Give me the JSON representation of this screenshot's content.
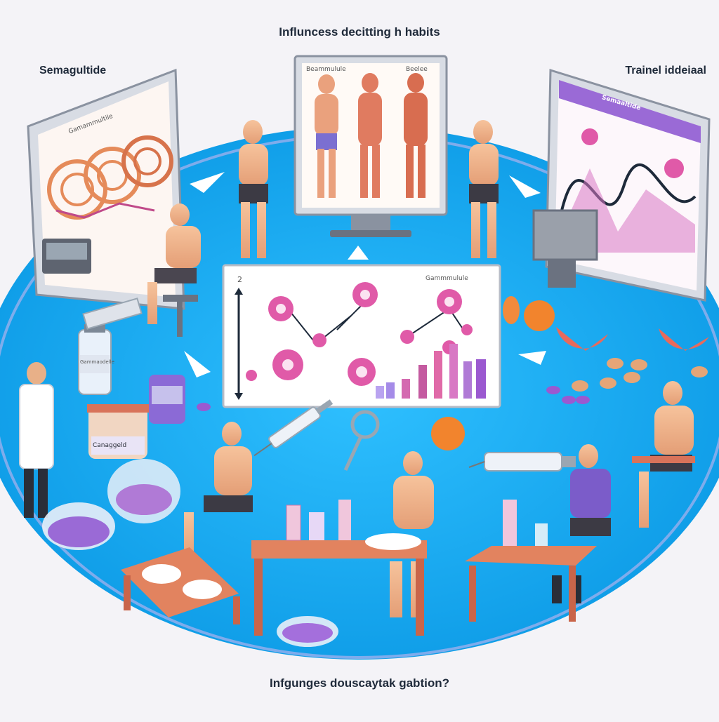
{
  "labels": {
    "top": "Influncess decitting h habits",
    "left": "Semagultide",
    "right": "Trainel iddeiaal",
    "bottom": "Infgunges douscaytak gabtion?"
  },
  "screens": {
    "left_caption": "Gamammultile",
    "top_caption_left": "Beammulule",
    "top_caption_right": "Beelee",
    "right_caption": "Semaaltide",
    "center_caption": "Gammmulule",
    "center_axis_num": "2"
  },
  "jars": {
    "jar1": "Gammaodelle",
    "jar2": "Canaggeld"
  },
  "colors": {
    "floor": "#18a9f0",
    "gear": "#e05aa8",
    "bar_purple": "#9b59d0",
    "bar_pink": "#e06aa8",
    "table": "#d8735a"
  }
}
